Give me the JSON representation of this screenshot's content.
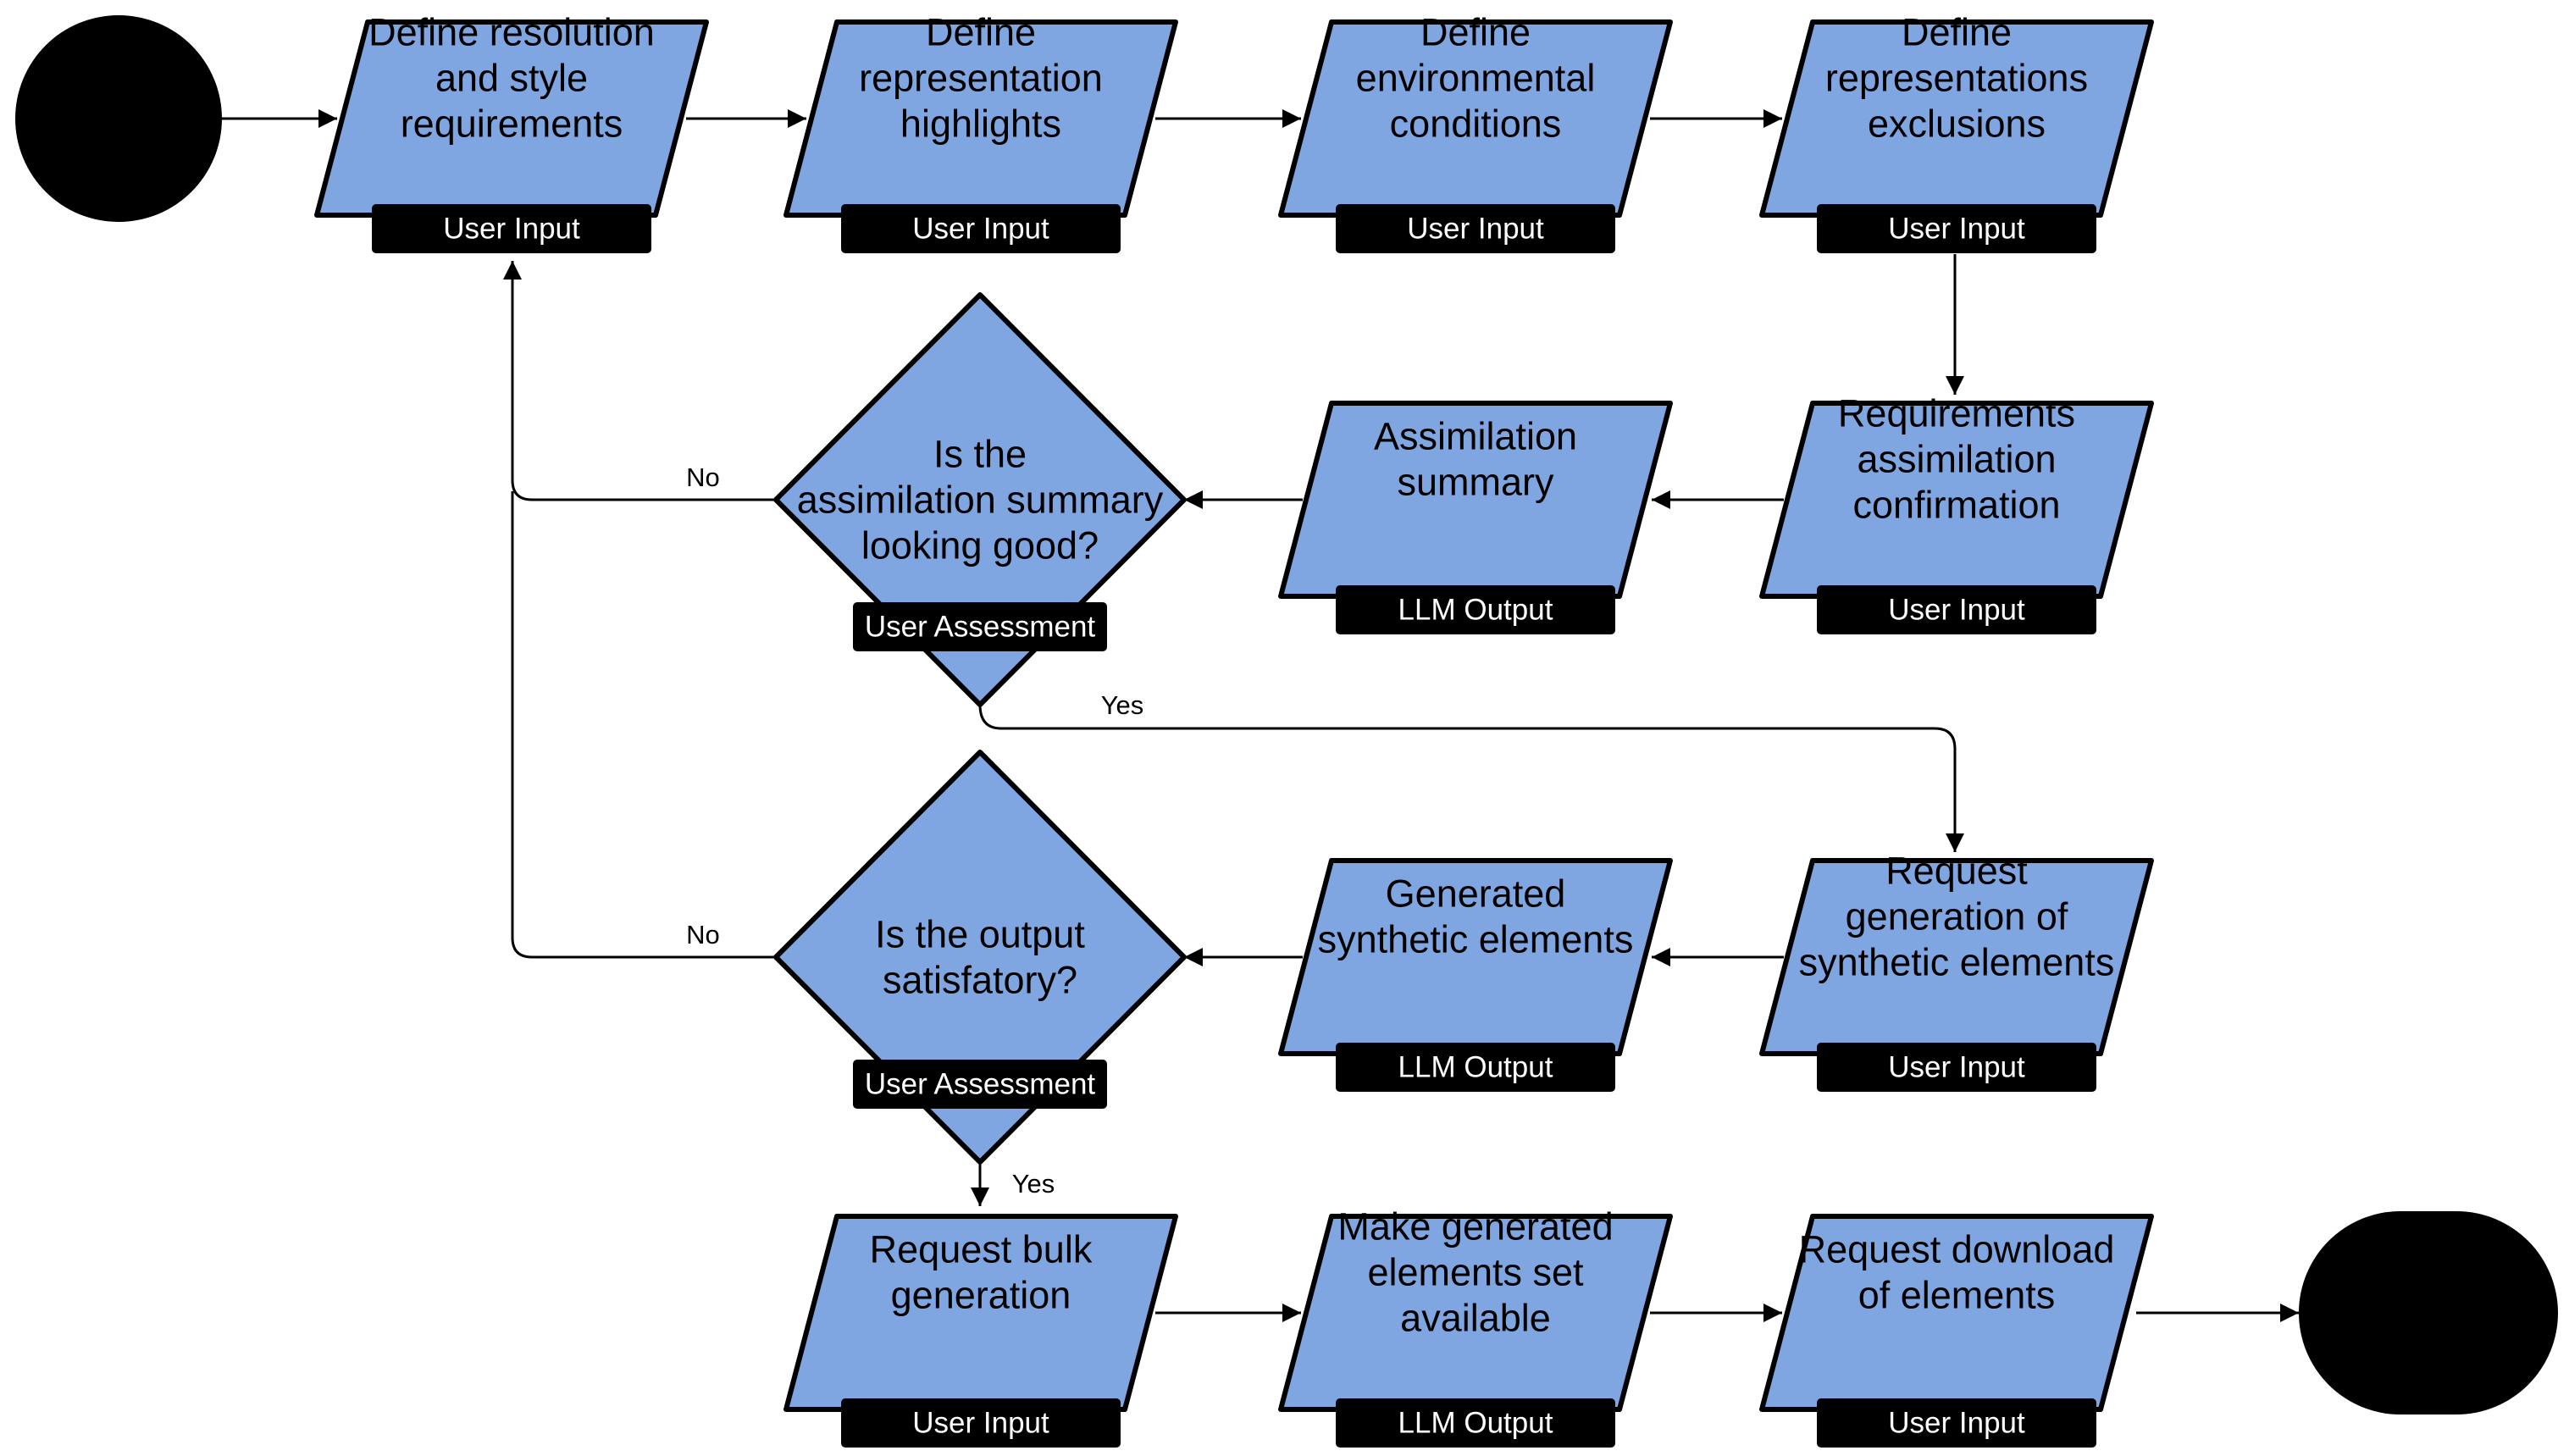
{
  "colors": {
    "node_fill": "#7fa6e0",
    "stroke": "#000000",
    "tag_fill": "#000000",
    "tag_text": "#ffffff",
    "background": "#ffffff"
  },
  "nodes": {
    "start": {
      "kind": "terminal-start"
    },
    "end": {
      "kind": "terminal-end"
    },
    "define_resolution": {
      "lines": [
        "Define resolution",
        "and style",
        "requirements"
      ],
      "tag": "User Input"
    },
    "define_highlights": {
      "lines": [
        "Define",
        "representation",
        "highlights"
      ],
      "tag": "User Input"
    },
    "define_environment": {
      "lines": [
        "Define",
        "environmental",
        "conditions"
      ],
      "tag": "User Input"
    },
    "define_exclusions": {
      "lines": [
        "Define",
        "representations",
        "exclusions"
      ],
      "tag": "User Input"
    },
    "requirements_confirmation": {
      "lines": [
        "Requirements",
        "assimilation",
        "confirmation"
      ],
      "tag": "User Input"
    },
    "assimilation_summary": {
      "lines": [
        "Assimilation",
        "summary"
      ],
      "tag": "LLM Output"
    },
    "decision_summary": {
      "lines": [
        "Is the",
        "assimilation summary",
        "looking good?"
      ],
      "tag": "User Assessment"
    },
    "request_synthetic": {
      "lines": [
        "Request",
        "generation of",
        "synthetic elements"
      ],
      "tag": "User Input"
    },
    "generated_synthetic": {
      "lines": [
        "Generated",
        "synthetic elements"
      ],
      "tag": "LLM Output"
    },
    "decision_output": {
      "lines": [
        "Is the output",
        "satisfatory?"
      ],
      "tag": "User Assessment"
    },
    "request_bulk": {
      "lines": [
        "Request bulk",
        "generation"
      ],
      "tag": "User Input"
    },
    "make_available": {
      "lines": [
        "Make generated",
        "elements set",
        "available"
      ],
      "tag": "LLM Output"
    },
    "request_download": {
      "lines": [
        "Request download",
        "of elements"
      ],
      "tag": "User Input"
    }
  },
  "edge_labels": {
    "summary_no": "No",
    "summary_yes": "Yes",
    "output_no": "No",
    "output_yes": "Yes"
  }
}
